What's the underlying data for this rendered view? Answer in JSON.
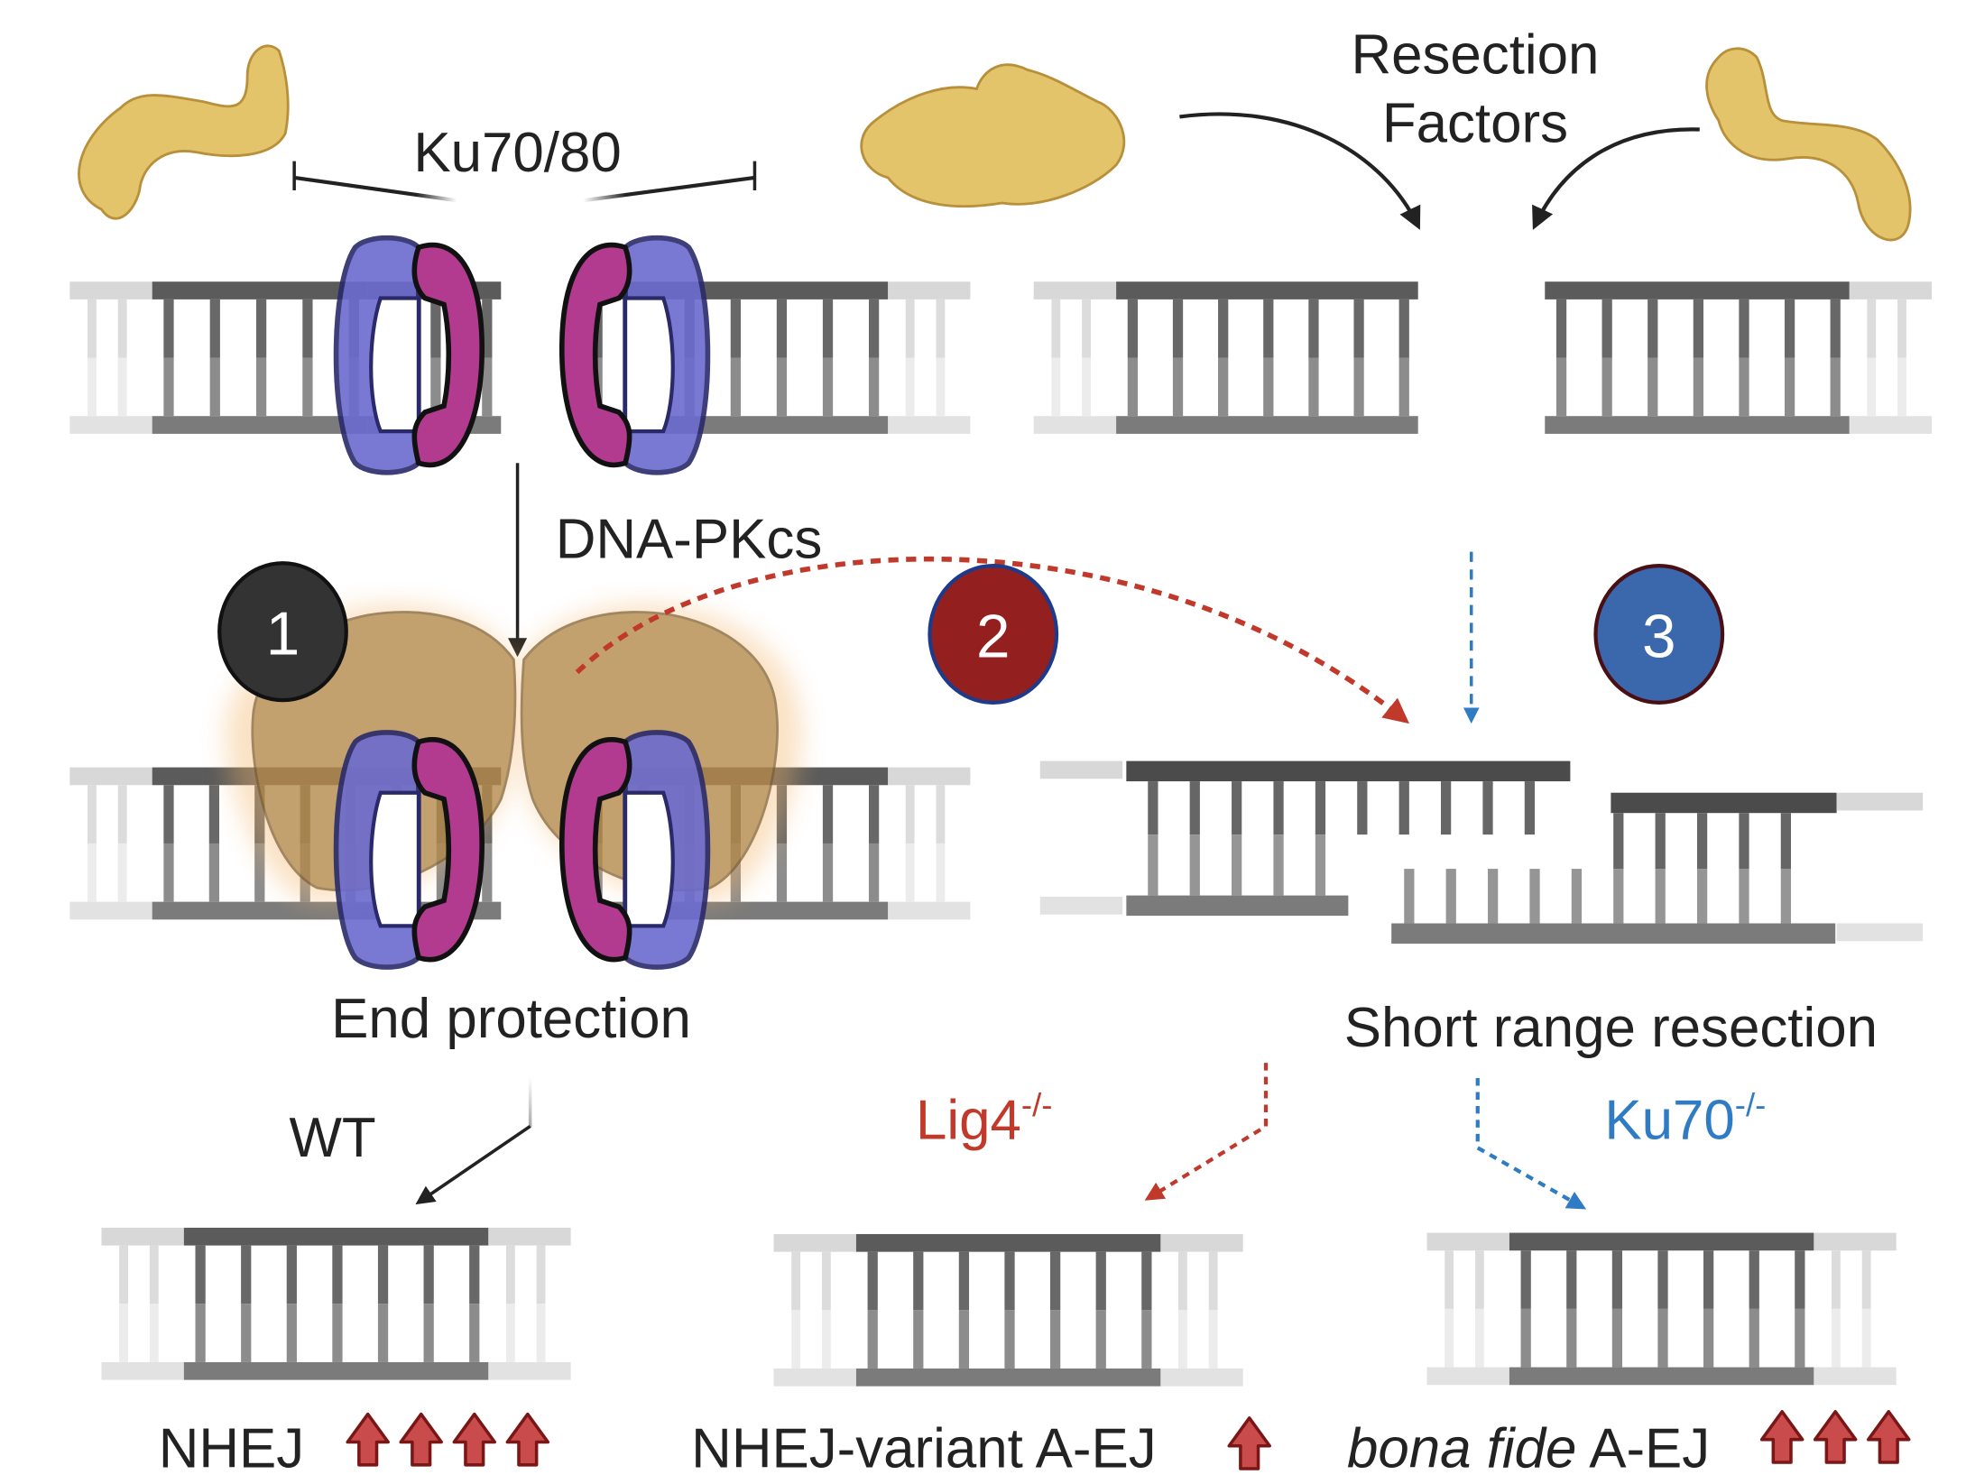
{
  "title": "DNA double-strand break repair pathway choice",
  "labels": {
    "ku": "Ku70/80",
    "resection_factors_line1": "Resection",
    "resection_factors_line2": "Factors",
    "dnapkcs": "DNA-PKcs",
    "end_protection": "End protection",
    "short_range_resection": "Short range resection",
    "wt": "WT",
    "lig4": "Lig4",
    "lig4_sup": "-/-",
    "ku70": "Ku70",
    "ku70_sup": "-/-"
  },
  "steps": [
    {
      "number": "1",
      "color": "#333333",
      "border": "#111111"
    },
    {
      "number": "2",
      "color": "#93201f",
      "border": "#1e3a8a"
    },
    {
      "number": "3",
      "color": "#3b67ad",
      "border": "#4a0f12"
    }
  ],
  "outcomes": [
    {
      "label": "NHEJ",
      "italic_prefix": "",
      "arrows": 4
    },
    {
      "label": "NHEJ-variant A-EJ",
      "italic_prefix": "",
      "arrows": 1
    },
    {
      "label": " A-EJ",
      "italic_prefix": "bona fide",
      "arrows": 3
    }
  ],
  "colors": {
    "ku70": "#6b6bd0",
    "ku80": "#b33b8f",
    "protein": "#e3c46a",
    "dnapk": "#b58a4a",
    "red": "#c0392b",
    "blue": "#2f7cc4",
    "up_arrow": "#c94b4b"
  }
}
